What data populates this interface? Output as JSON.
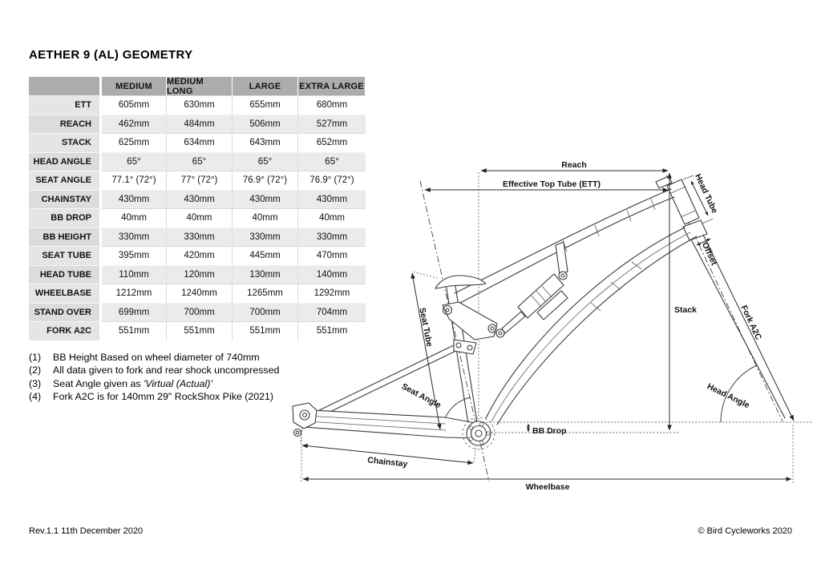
{
  "page": {
    "title": "AETHER 9 (AL) GEOMETRY",
    "footer_left": "Rev.1.1 11th December 2020",
    "footer_right": "© Bird Cycleworks 2020"
  },
  "table": {
    "columns": [
      "MEDIUM",
      "MEDIUM LONG",
      "LARGE",
      "EXTRA LARGE"
    ],
    "rows": [
      {
        "label": "ETT",
        "values": [
          "605mm",
          "630mm",
          "655mm",
          "680mm"
        ]
      },
      {
        "label": "REACH",
        "values": [
          "462mm",
          "484mm",
          "506mm",
          "527mm"
        ]
      },
      {
        "label": "STACK",
        "values": [
          "625mm",
          "634mm",
          "643mm",
          "652mm"
        ]
      },
      {
        "label": "HEAD ANGLE",
        "values": [
          "65°",
          "65°",
          "65°",
          "65°"
        ]
      },
      {
        "label": "SEAT ANGLE",
        "values": [
          "77.1° (72°)",
          "77° (72°)",
          "76.9° (72°)",
          "76.9° (72°)"
        ]
      },
      {
        "label": "CHAINSTAY",
        "values": [
          "430mm",
          "430mm",
          "430mm",
          "430mm"
        ]
      },
      {
        "label": "BB DROP",
        "values": [
          "40mm",
          "40mm",
          "40mm",
          "40mm"
        ]
      },
      {
        "label": "BB HEIGHT",
        "values": [
          "330mm",
          "330mm",
          "330mm",
          "330mm"
        ]
      },
      {
        "label": "SEAT TUBE",
        "values": [
          "395mm",
          "420mm",
          "445mm",
          "470mm"
        ]
      },
      {
        "label": "HEAD TUBE",
        "values": [
          "110mm",
          "120mm",
          "130mm",
          "140mm"
        ]
      },
      {
        "label": "WHEELBASE",
        "values": [
          "1212mm",
          "1240mm",
          "1265mm",
          "1292mm"
        ]
      },
      {
        "label": "STAND OVER",
        "values": [
          "699mm",
          "700mm",
          "700mm",
          "704mm"
        ]
      },
      {
        "label": "FORK A2C",
        "values": [
          "551mm",
          "551mm",
          "551mm",
          "551mm"
        ]
      }
    ]
  },
  "notes": [
    {
      "num": "(1)",
      "text": "BB Height Based on wheel diameter of 740mm"
    },
    {
      "num": "(2)",
      "text": "All data given to fork and rear shock uncompressed"
    },
    {
      "num": "(3)",
      "text": "Seat Angle given as ",
      "em": "'Virtual (Actual)'"
    },
    {
      "num": "(4)",
      "text": "Fork A2C is for 140mm 29\" RockShox Pike (2021)"
    }
  ],
  "diagram": {
    "labels": {
      "reach": "Reach",
      "ett": "Effective Top Tube (ETT)",
      "head_tube": "Head Tube",
      "offset": "Offset",
      "stack": "Stack",
      "fork_a2c": "Fork A2C",
      "head_angle": "Head Angle",
      "seat_angle": "Seat Angle",
      "seat_tube": "Seat Tube",
      "bb_drop": "BB Drop",
      "chainstay": "Chainstay",
      "wheelbase": "Wheelbase"
    }
  }
}
